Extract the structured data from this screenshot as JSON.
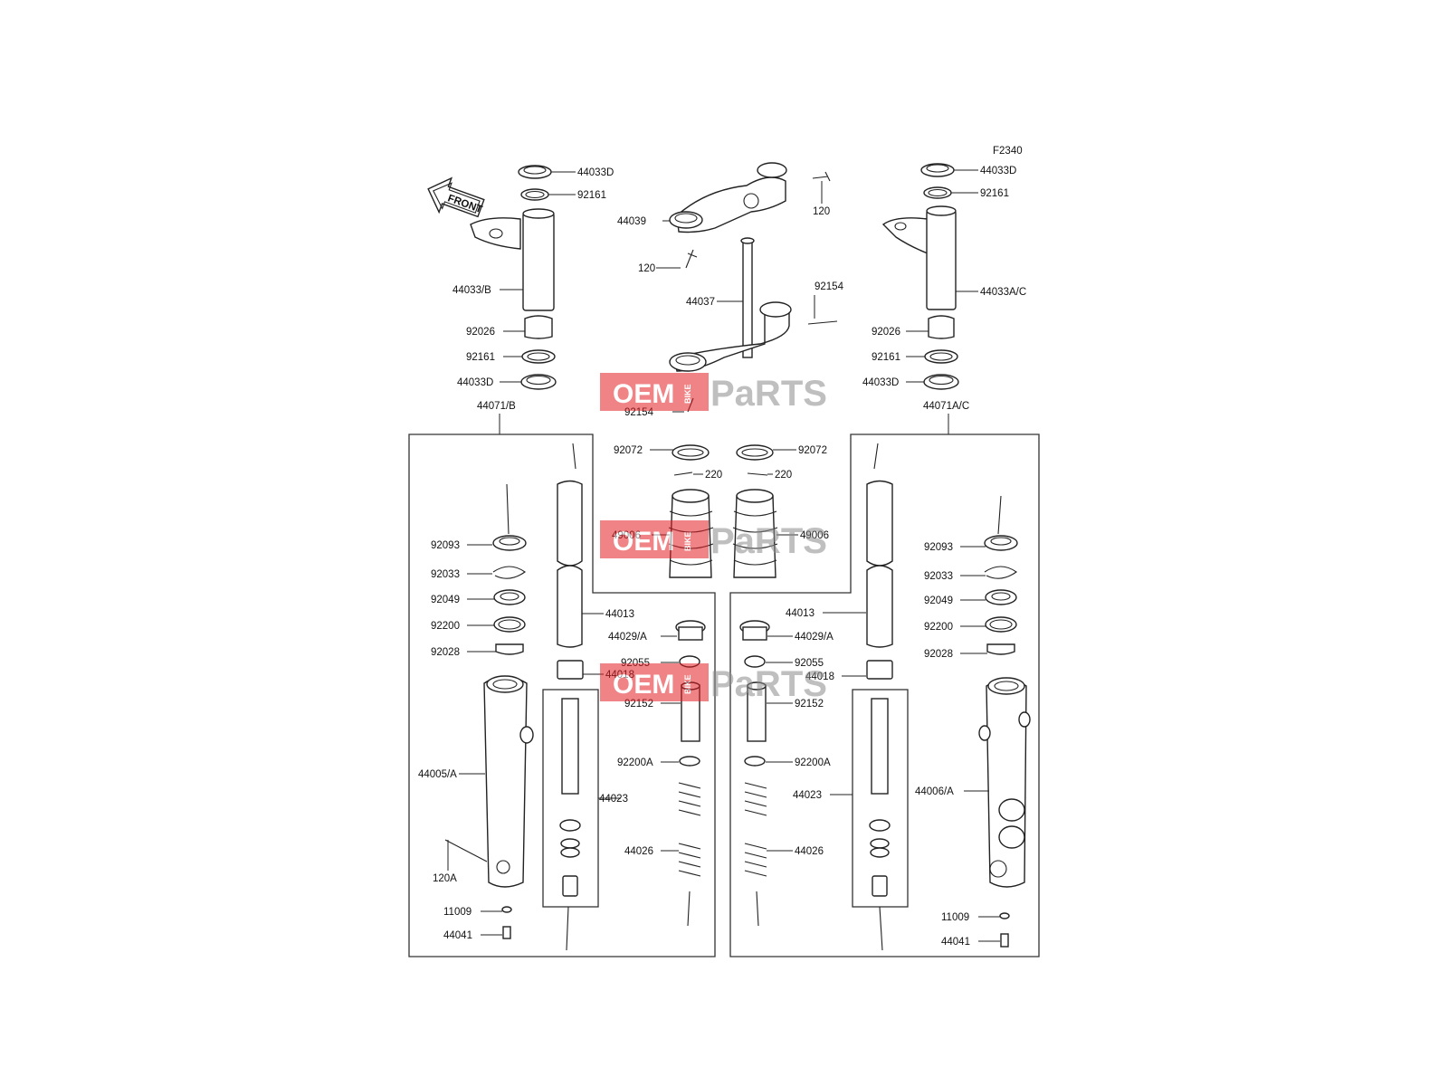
{
  "figure_code": "F2340",
  "front_badge": "FRONT",
  "watermark": {
    "oem": "OEM",
    "bike": "BIKE",
    "parts": "PaRTS",
    "red": "#e31e24",
    "grey": "#8c8c8c"
  },
  "left_fork": {
    "outer_top": [
      "44033D",
      "92161",
      "44033/B",
      "92026",
      "92161",
      "44033D"
    ],
    "assembly": "44071/B",
    "parts": [
      "92093",
      "92033",
      "92049",
      "92200",
      "92028",
      "44005/A",
      "120A",
      "11009",
      "44041",
      "44013",
      "44018",
      "44023"
    ]
  },
  "center": {
    "clamp": [
      "44039",
      "120",
      "120",
      "44037",
      "92154",
      "92154"
    ],
    "boot": [
      "92072",
      "220",
      "49006",
      "92072",
      "220",
      "49006"
    ],
    "inner": [
      "44029/A",
      "92055",
      "92152",
      "92200A",
      "44026",
      "44029/A",
      "92055",
      "92152",
      "92200A",
      "44026"
    ]
  },
  "right_fork": {
    "outer_top": [
      "44033D",
      "92161",
      "44033A/C",
      "92026",
      "92161",
      "44033D"
    ],
    "assembly": "44071A/C",
    "parts": [
      "92093",
      "92033",
      "92049",
      "92200",
      "92028",
      "44006/A",
      "11009",
      "44041",
      "44013",
      "44018",
      "44023"
    ]
  }
}
